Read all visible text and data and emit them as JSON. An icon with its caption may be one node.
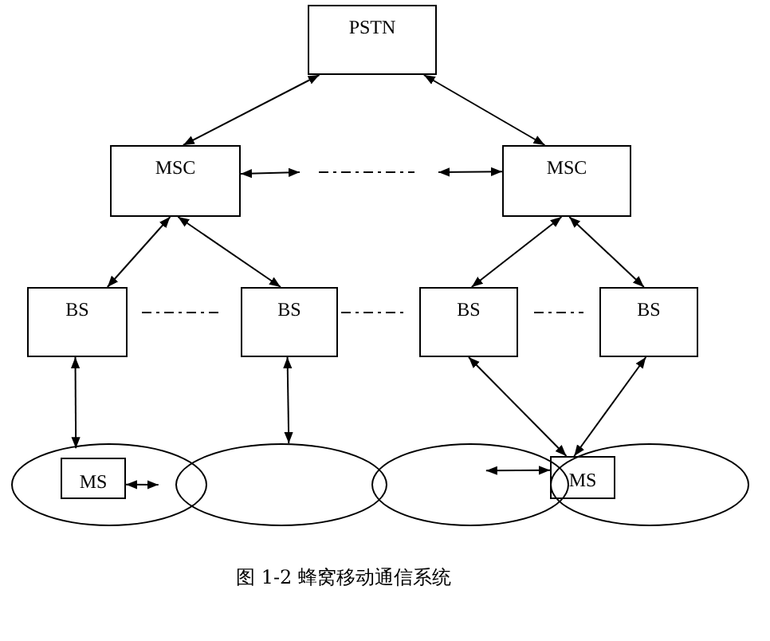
{
  "diagram": {
    "nodes": [
      {
        "text": [
          "PSTN"
        ]
      },
      {
        "text": [
          "MSC"
        ]
      },
      {
        "text": [
          "MSC"
        ]
      },
      {
        "text": [
          "BS"
        ]
      },
      {
        "text": [
          "BS"
        ]
      },
      {
        "text": [
          "BS"
        ]
      },
      {
        "text": [
          "BS"
        ]
      },
      {
        "text": [],
        "shape": "ellipse"
      },
      {
        "text": [],
        "shape": "ellipse"
      },
      {
        "text": [],
        "shape": "ellipse"
      },
      {
        "text": [],
        "shape": "ellipse"
      },
      {
        "text": [
          "MS"
        ],
        "in": 7
      },
      {
        "text": [
          "MS"
        ],
        "in": 10
      }
    ],
    "edges": [
      {
        "from": 0,
        "to": 1,
        "arrow": "both"
      },
      {
        "from": 0,
        "to": 2,
        "arrow": "both"
      },
      {
        "from": 1,
        "to": 3,
        "arrow": "both"
      },
      {
        "from": 1,
        "to": 4,
        "arrow": "both"
      },
      {
        "from": 2,
        "to": 5,
        "arrow": "both"
      },
      {
        "from": 2,
        "to": 6,
        "arrow": "both"
      },
      {
        "from": 3,
        "to": 7,
        "arrow": "both"
      },
      {
        "from": 4,
        "to": 8,
        "arrow": "both"
      },
      {
        "from": 5,
        "to": 12,
        "arrow": "both"
      },
      {
        "from": 6,
        "to": 12,
        "arrow": "both"
      },
      {
        "from": 11,
        "to": 8,
        "arrow": "both"
      },
      {
        "from": 9,
        "to": 12,
        "arrow": "both"
      },
      {
        "from": 1,
        "to": null,
        "arrow": "both"
      },
      {
        "from": null,
        "to": 2,
        "arrow": "both"
      }
    ],
    "labels": [
      "图 1-2  蜂窝移动通信系统"
    ]
  }
}
